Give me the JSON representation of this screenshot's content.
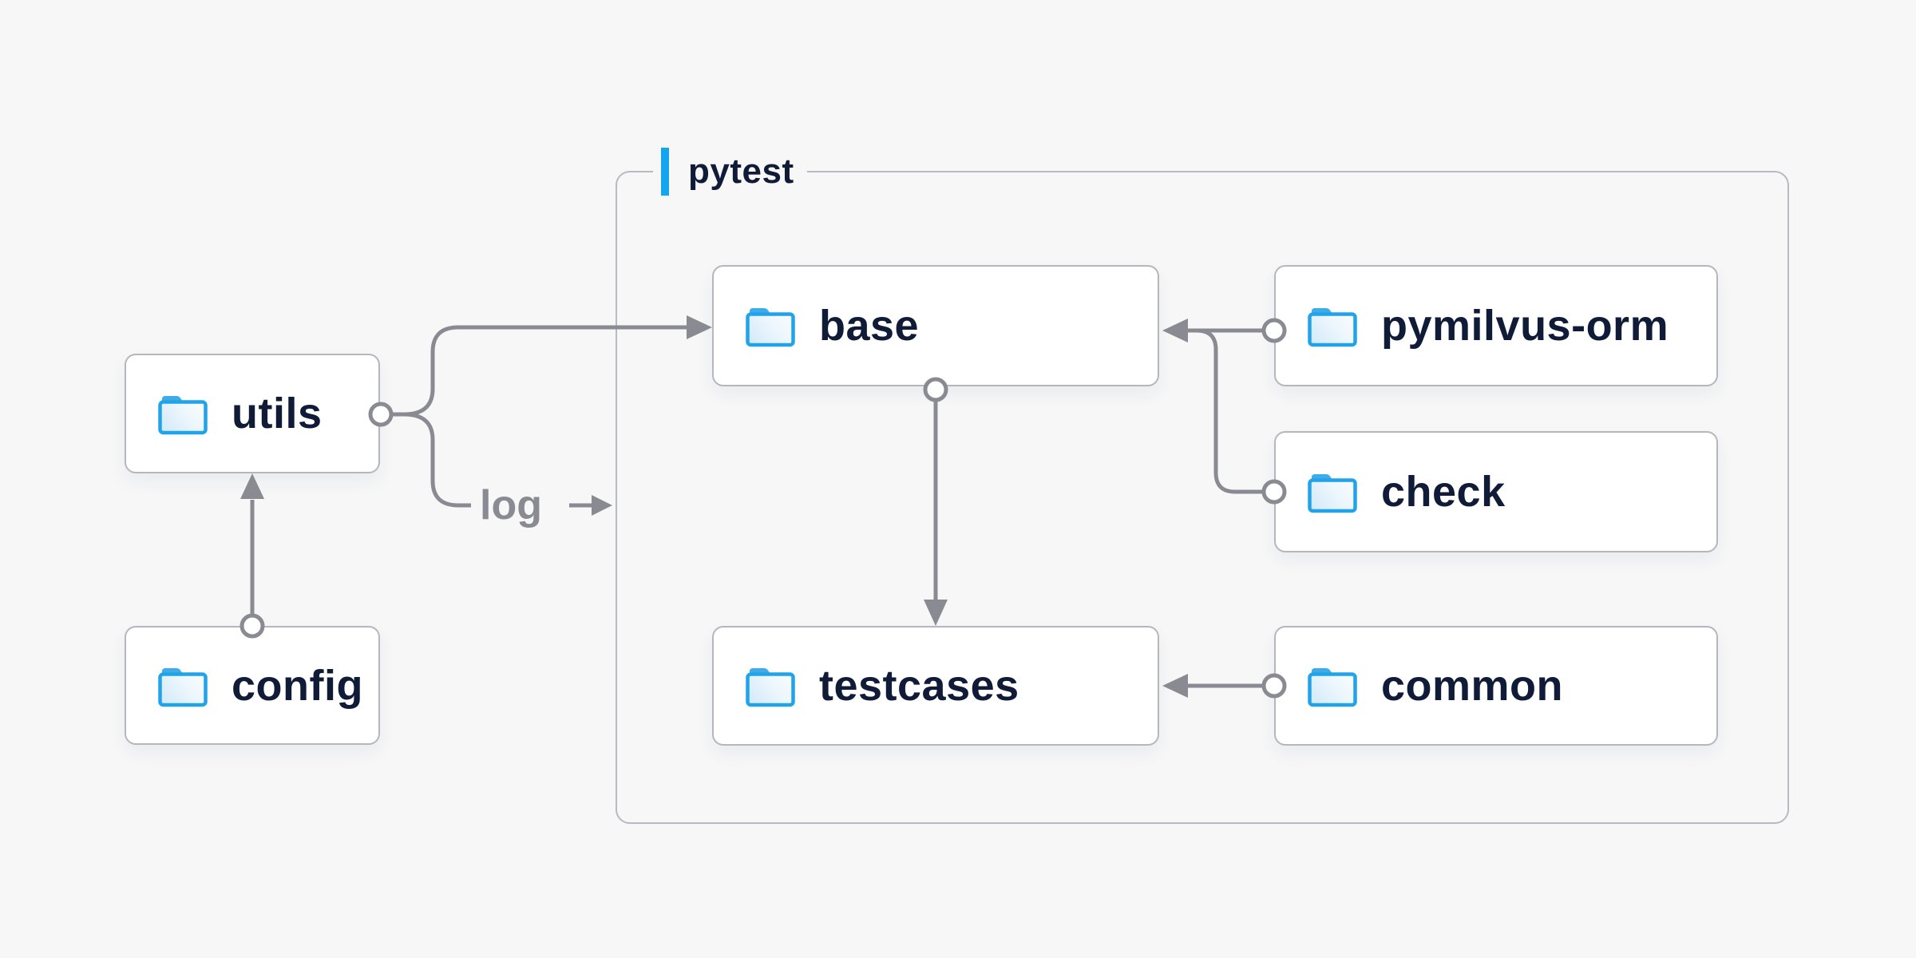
{
  "diagram": {
    "group": {
      "label": "pytest"
    },
    "nodes": [
      {
        "id": "utils",
        "label": "utils"
      },
      {
        "id": "config",
        "label": "config"
      },
      {
        "id": "base",
        "label": "base"
      },
      {
        "id": "pymilvus-orm",
        "label": "pymilvus-orm"
      },
      {
        "id": "check",
        "label": "check"
      },
      {
        "id": "testcases",
        "label": "testcases"
      },
      {
        "id": "common",
        "label": "common"
      }
    ],
    "edges": [
      {
        "from": "config",
        "to": "utils",
        "label": ""
      },
      {
        "from": "utils",
        "to": "base",
        "label": ""
      },
      {
        "from": "utils",
        "to": "pytest",
        "label": "log"
      },
      {
        "from": "base",
        "to": "testcases",
        "label": ""
      },
      {
        "from": "pymilvus-orm",
        "to": "base",
        "label": ""
      },
      {
        "from": "check",
        "to": "base",
        "label": ""
      },
      {
        "from": "common",
        "to": "testcases",
        "label": ""
      }
    ],
    "colors": {
      "background": "#f7f7f8",
      "node_fill": "#ffffff",
      "node_border": "#b6b6bf",
      "group_border": "#b9b9c2",
      "connector_gray": "#8a8a93",
      "text_navy": "#101b38",
      "accent_blue": "#14a5f0",
      "folder_stroke": "#21a3e9",
      "folder_tab": "#3dace9",
      "folder_fill_light": "#cde6f8"
    }
  }
}
